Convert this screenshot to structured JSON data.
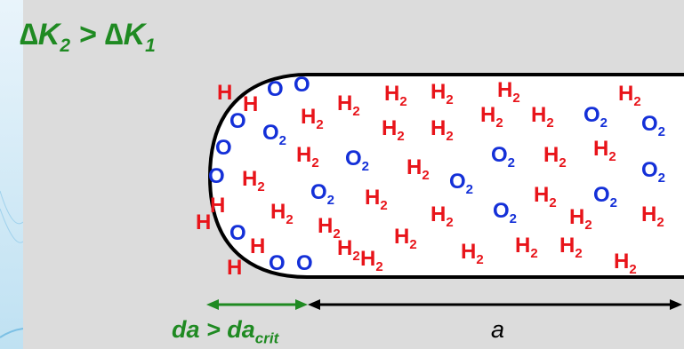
{
  "title": {
    "left_symbol": "∆K",
    "left_sub": "2",
    "operator": " > ",
    "right_symbol": "∆K",
    "right_sub": "1"
  },
  "labels": {
    "da_main": "da > da",
    "da_sub": "crit",
    "a": "a"
  },
  "molecule_labels": {
    "hydrogen_atom": "H",
    "oxygen_atom": "O",
    "hydrogen_base": "H",
    "oxygen_base": "O",
    "molecule_subscript": "2"
  },
  "colors": {
    "background": "#dcdcdc",
    "green": "#1f8a22",
    "hydrogen": "#e8141a",
    "oxygen": "#1430d8",
    "outline": "#000000",
    "crack_fill": "#ffffff"
  }
}
